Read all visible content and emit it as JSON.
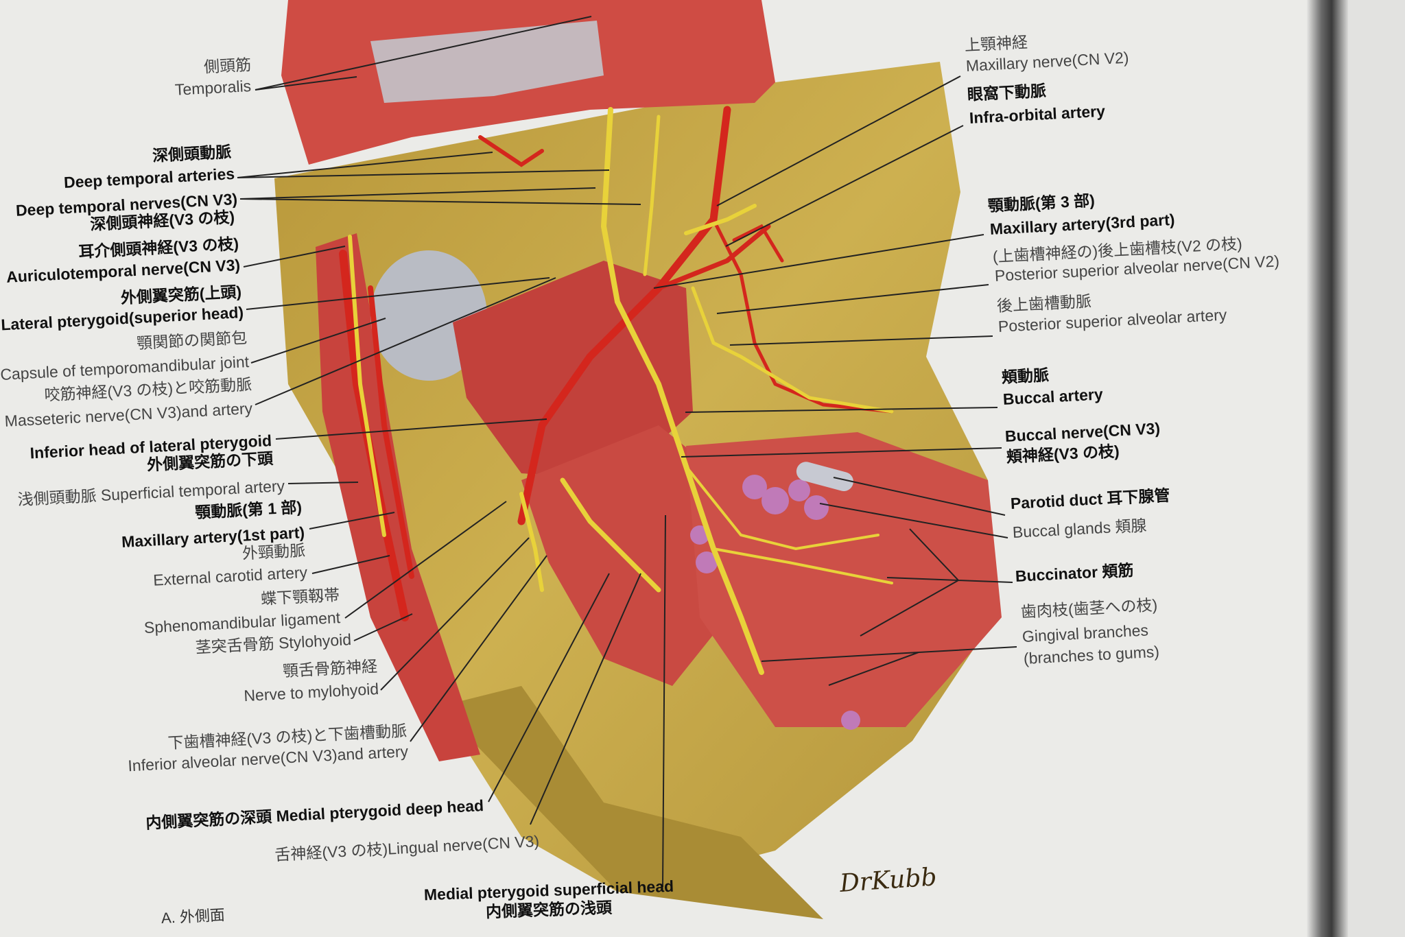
{
  "figure": {
    "caption": "A. 外側面",
    "signature": "DrKubb",
    "colors": {
      "page": "#ebebe8",
      "bone": "#c4a443",
      "muscle": "#c9463f",
      "nerve": "#e8d23a",
      "artery": "#d0281f",
      "tendon": "#b9bcc4",
      "gland": "#c07ab8"
    },
    "labels_left": [
      {
        "ja": "側頭筋",
        "en": "Temporalis"
      },
      {
        "ja": "深側頭動脈",
        "en": "Deep temporal arteries"
      },
      {
        "en": "Deep temporal nerves(CN V3)",
        "ja": "深側頭神経(V3 の枝)"
      },
      {
        "ja": "耳介側頭神経(V3 の枝)",
        "en": "Auriculotemporal nerve(CN V3)"
      },
      {
        "ja": "外側翼突筋(上頭)",
        "en": "Lateral pterygoid(superior head)"
      },
      {
        "ja": "顎関節の関節包",
        "en": "Capsule of temporomandibular joint"
      },
      {
        "ja": "咬筋神経(V3 の枝)と咬筋動脈",
        "en": "Masseteric nerve(CN V3)and artery"
      },
      {
        "en": "Inferior head of lateral pterygoid",
        "ja": "外側翼突筋の下頭"
      },
      {
        "text": "浅側頭動脈 Superficial temporal artery"
      },
      {
        "ja": "顎動脈(第 1 部)",
        "en": "Maxillary artery(1st part)"
      },
      {
        "ja": "外頸動脈",
        "en": "External carotid artery"
      },
      {
        "ja": "蝶下顎靱帯",
        "en": "Sphenomandibular ligament"
      },
      {
        "text": "茎突舌骨筋 Stylohyoid"
      },
      {
        "ja": "顎舌骨筋神経",
        "en": "Nerve to mylohyoid"
      },
      {
        "ja": "下歯槽神経(V3 の枝)と下歯槽動脈",
        "en": "Inferior alveolar nerve(CN V3)and artery"
      },
      {
        "text": "内側翼突筋の深頭 Medial pterygoid deep head"
      },
      {
        "text": "舌神経(V3 の枝)Lingual nerve(CN V3)"
      },
      {
        "en": "Medial pterygoid superficial head",
        "ja": "内側翼突筋の浅頭"
      }
    ],
    "labels_right": [
      {
        "ja": "上顎神経",
        "en": "Maxillary nerve(CN V2)"
      },
      {
        "ja": "眼窩下動脈",
        "en": "Infra-orbital artery"
      },
      {
        "ja": "顎動脈(第 3 部)",
        "en": "Maxillary artery(3rd part)"
      },
      {
        "ja": "(上歯槽神経の)後上歯槽枝(V2 の枝)",
        "en": "Posterior superior alveolar nerve(CN V2)"
      },
      {
        "ja": "後上歯槽動脈",
        "en": "Posterior superior alveolar artery"
      },
      {
        "ja": "頬動脈",
        "en": "Buccal artery"
      },
      {
        "en": "Buccal nerve(CN V3)",
        "ja": "頬神経(V3 の枝)"
      },
      {
        "text": "Parotid duct 耳下腺管"
      },
      {
        "text": "Buccal glands 頬腺"
      },
      {
        "text": "Buccinator 頬筋"
      },
      {
        "ja": "歯肉枝(歯茎への枝)",
        "en": "Gingival branches",
        "en2": "(branches to gums)"
      }
    ]
  }
}
